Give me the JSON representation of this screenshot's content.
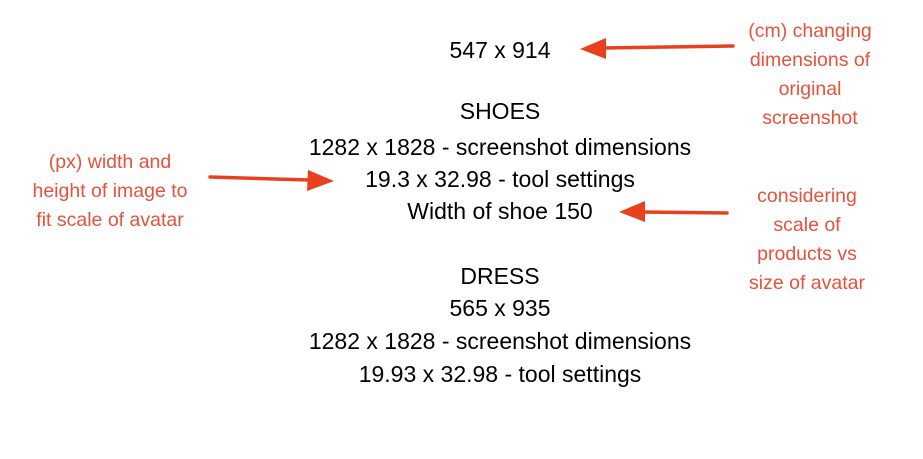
{
  "main_text": {
    "top_dimensions": "547 x 914",
    "shoes": {
      "heading": "SHOES",
      "screenshot_line": "1282 x 1828 - screenshot dimensions",
      "tool_line": "19.3 x 32.98 - tool settings",
      "width_line": "Width of shoe 150"
    },
    "dress": {
      "heading": "DRESS",
      "dimensions_line": "565 x 935",
      "screenshot_line": "1282 x 1828 - screenshot dimensions",
      "tool_line": "19.93 x 32.98 - tool settings"
    }
  },
  "annotations": {
    "right_top": [
      "(cm) changing",
      "dimensions of",
      "original",
      "screenshot"
    ],
    "left_middle": [
      "(px) width and",
      "height of image to",
      "fit scale of avatar"
    ],
    "right_middle": [
      "considering",
      "scale of",
      "products vs",
      "size of avatar"
    ]
  },
  "colors": {
    "annotation": "#e8523b",
    "arrow": "#e8411e",
    "text": "#000000"
  }
}
